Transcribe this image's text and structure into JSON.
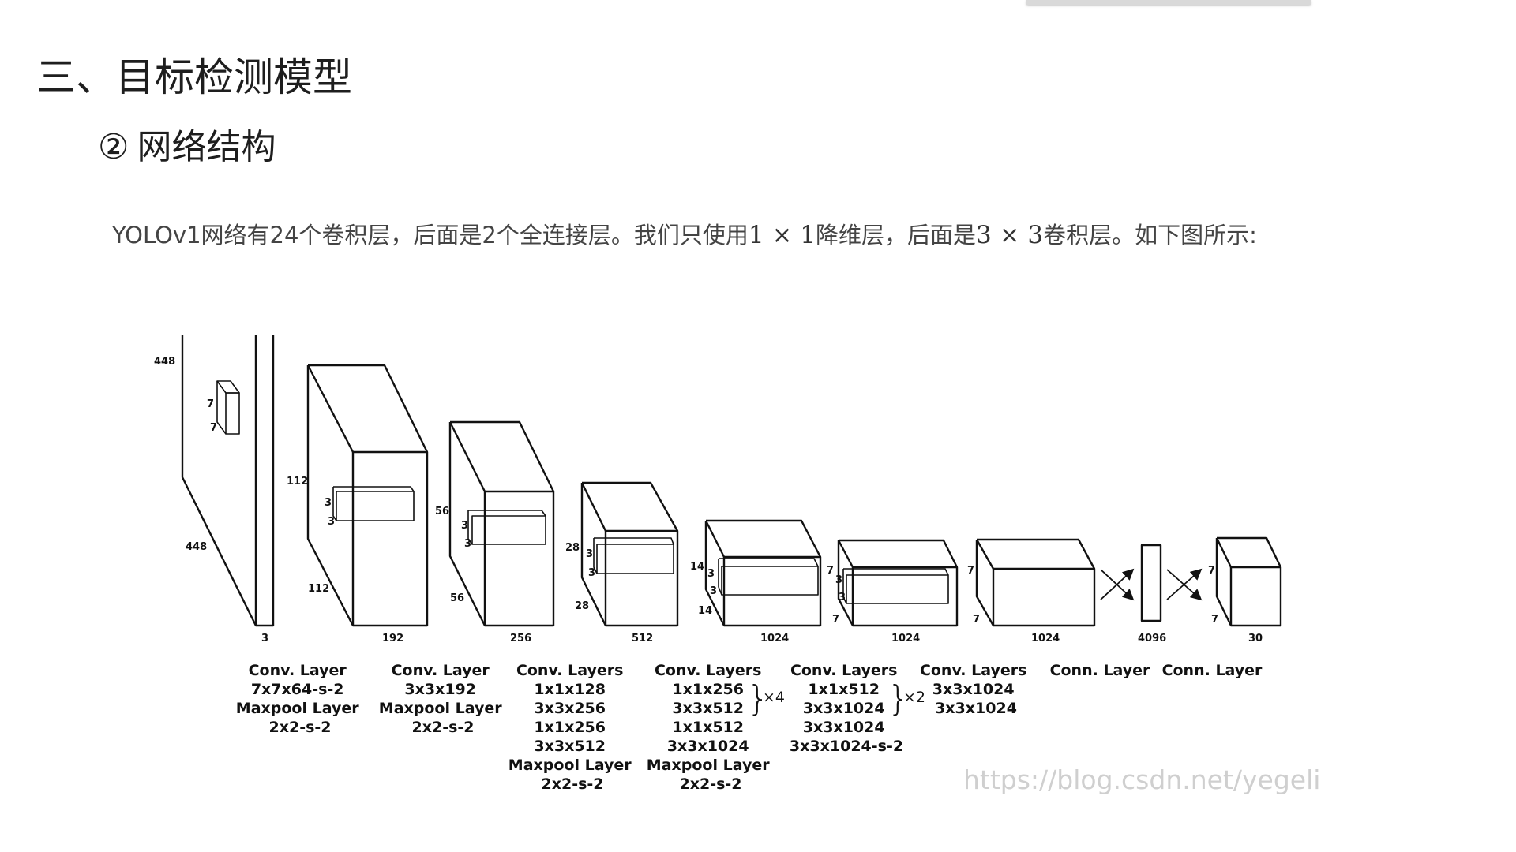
{
  "page": {
    "title": "三、目标检测模型",
    "subtitle_number": "②",
    "subtitle": "网络结构",
    "description": {
      "part1": "YOLOv1网络有24个卷积层，后面是2个全连接层。我们只使用",
      "math1": "1 × 1",
      "part2": "降维层，后面是",
      "math2": "3 × 3",
      "part3": "卷积层。如下图所示:"
    }
  },
  "diagram": {
    "input": {
      "height": "448",
      "width": "448",
      "depth": "3",
      "kernel_h": "7",
      "kernel_w": "7"
    },
    "blocks": [
      {
        "height": "112",
        "width": "112",
        "depth": "192",
        "kernel_h": "3",
        "kernel_w": "3"
      },
      {
        "height": "56",
        "width": "56",
        "depth": "256",
        "kernel_h": "3",
        "kernel_w": "3"
      },
      {
        "height": "28",
        "width": "28",
        "depth": "512",
        "kernel_h": "3",
        "kernel_w": "3"
      },
      {
        "height": "14",
        "width": "14",
        "depth": "1024",
        "kernel_h": "3",
        "kernel_w": "3"
      },
      {
        "height": "7",
        "width": "7",
        "depth": "1024",
        "kernel_h": "3",
        "kernel_w": "3"
      },
      {
        "height": "7",
        "width": "7",
        "depth": "1024"
      }
    ],
    "fc": {
      "depth": "4096"
    },
    "output": {
      "height": "7",
      "width": "7",
      "depth": "30"
    },
    "captions": [
      [
        "Conv. Layer",
        "7x7x64-s-2",
        "Maxpool Layer",
        "2x2-s-2"
      ],
      [
        "Conv. Layer",
        "3x3x192",
        "Maxpool Layer",
        "2x2-s-2"
      ],
      [
        "Conv. Layers",
        "1x1x128",
        "3x3x256",
        "1x1x256",
        "3x3x512",
        "Maxpool Layer",
        "2x2-s-2"
      ],
      [
        "Conv. Layers",
        "1x1x256",
        "3x3x512",
        "1x1x512",
        "3x3x1024",
        "Maxpool Layer",
        "2x2-s-2"
      ],
      [
        "Conv. Layers",
        "1x1x512",
        "3x3x1024",
        "3x3x1024",
        "3x3x1024-s-2"
      ],
      [
        "Conv. Layers",
        "3x3x1024",
        "3x3x1024"
      ],
      [
        "Conn. Layer"
      ],
      [
        "Conn. Layer"
      ]
    ],
    "multipliers": {
      "group4": "×4",
      "group5": "×2"
    },
    "watermark": "https://blog.csdn.net/yegeli"
  }
}
